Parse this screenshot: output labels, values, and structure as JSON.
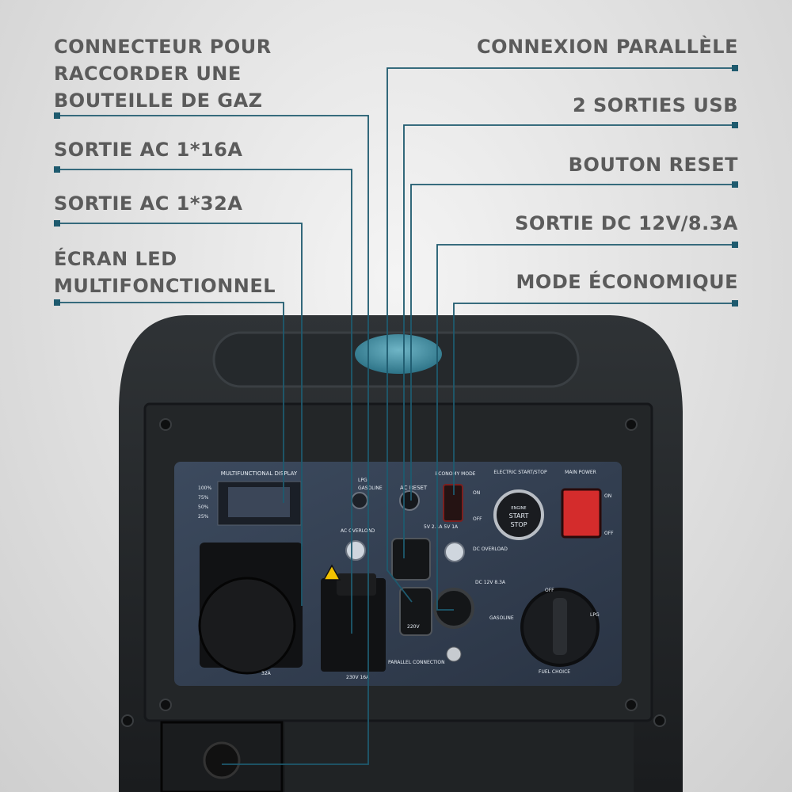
{
  "accent_color": "#1e5a6e",
  "left_labels": [
    {
      "id": "gas",
      "text": "CONNECTEUR POUR\nRACCORDER UNE\nBOUTEILLE DE GAZ"
    },
    {
      "id": "ac16",
      "text": "SORTIE AC 1*16A"
    },
    {
      "id": "ac32",
      "text": "SORTIE AC 1*32A"
    },
    {
      "id": "led",
      "text": "ÉCRAN LED\nMULTIFONCTIONNEL"
    }
  ],
  "right_labels": [
    {
      "id": "parallel",
      "text": "CONNEXION PARALLÈLE"
    },
    {
      "id": "usb",
      "text": "2 SORTIES USB"
    },
    {
      "id": "reset",
      "text": "BOUTON RESET"
    },
    {
      "id": "dc",
      "text": "SORTIE DC 12V/8.3A"
    },
    {
      "id": "eco",
      "text": "MODE ÉCONOMIQUE"
    }
  ],
  "panel": {
    "display_title": "MULTIFUNCTIONAL DISPLAY",
    "pct_100": "100%",
    "pct_75": "75%",
    "pct_50": "50%",
    "pct_25": "25%",
    "lpg": "LPG",
    "gasoline_top": "GASOLINE",
    "ac_reset": "AC RESET",
    "economy_mode": "ECONOMY\nMODE",
    "electric_start": "ELECTRIC\nSTART/STOP",
    "main_power": "MAIN\nPOWER",
    "on": "ON",
    "off": "OFF",
    "engine": "ENGINE",
    "start": "START",
    "stop": "STOP",
    "ac_overload": "AC OVERLOAD",
    "usb_spec": "5V 2.1A\n5V 1A",
    "dc_overload": "DC\nOVERLOAD",
    "dc_spec": "DC 12V\n8.3A",
    "voltage_220": "220V",
    "parallel_connection": "PARALLEL CONNECTION",
    "socket_16a": "230V 16A",
    "socket_32a": "32A",
    "gasoline": "GASOLINE",
    "lpg_knob": "LPG",
    "fuel_off": "OFF",
    "fuel_choice": "FUEL CHOICE"
  }
}
